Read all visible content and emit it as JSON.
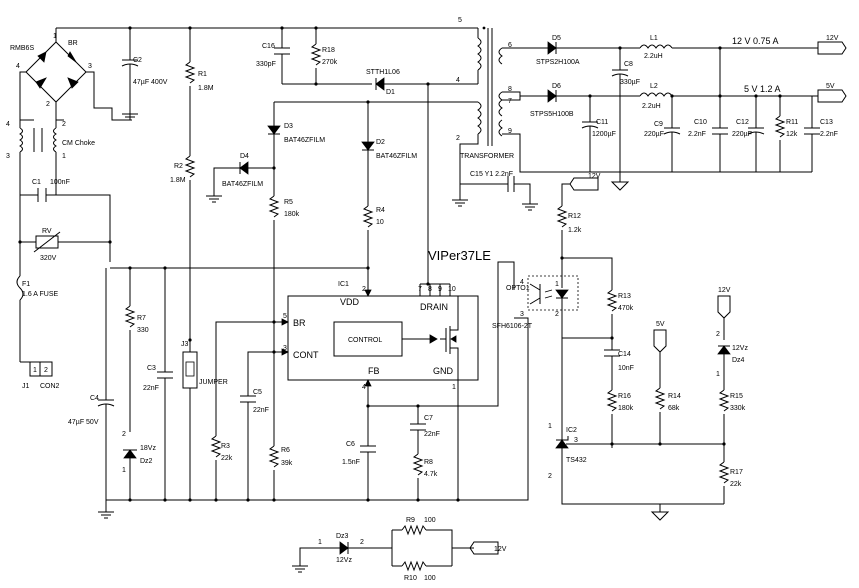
{
  "chip": {
    "name": "VIPer37LE",
    "ref": "IC1",
    "block": "CONTROL",
    "pins": {
      "vdd": "VDD",
      "drain": "DRAIN",
      "br": "BR",
      "cont": "CONT",
      "fb": "FB",
      "gnd": "GND"
    },
    "pin_numbers": {
      "vdd": "2",
      "drain_a": "7",
      "drain_b": "8",
      "drain_c": "9",
      "drain_d": "10",
      "br": "5",
      "cont": "3",
      "fb": "4",
      "gnd": "1"
    }
  },
  "bridge": {
    "ref": "RMB6S",
    "name": "BR",
    "pins": [
      "4",
      "3",
      "2",
      "1"
    ]
  },
  "choke": {
    "name": "CM Choke",
    "pins": [
      "4",
      "2",
      "3",
      "1"
    ]
  },
  "connector": {
    "ref": "J1",
    "name": "CON2",
    "pins": [
      "1",
      "2"
    ]
  },
  "fuse": {
    "ref": "F1",
    "value": "1.6 A FUSE"
  },
  "varistor": {
    "ref": "RV",
    "value": "320V"
  },
  "transformer": {
    "name": "TRANSFORMER",
    "pins": [
      "5",
      "4",
      "2",
      "6",
      "8",
      "7",
      "9"
    ]
  },
  "opto": {
    "ref": "OPTO1",
    "part": "SFH6106-2T",
    "pins": [
      "4",
      "3",
      "1",
      "2"
    ]
  },
  "tl431": {
    "ref": "IC2",
    "part": "TS432",
    "pins": [
      "1",
      "2",
      "3"
    ]
  },
  "jumper": {
    "ref": "J3",
    "name": "JUMPER"
  },
  "outputs": {
    "out12": "12 V  0.75 A",
    "out5": "5 V  1.2 A"
  },
  "nets": {
    "v12": "12V",
    "v5": "5V"
  },
  "resistors": [
    {
      "ref": "R1",
      "value": "1.8M"
    },
    {
      "ref": "R2",
      "value": "1.8M"
    },
    {
      "ref": "R3",
      "value": "22k"
    },
    {
      "ref": "R4",
      "value": "10"
    },
    {
      "ref": "R5",
      "value": "180k"
    },
    {
      "ref": "R6",
      "value": "39k"
    },
    {
      "ref": "R7",
      "value": "330"
    },
    {
      "ref": "R8",
      "value": "4.7k"
    },
    {
      "ref": "R9",
      "value": "100"
    },
    {
      "ref": "R10",
      "value": "100"
    },
    {
      "ref": "R11",
      "value": "12k"
    },
    {
      "ref": "R12",
      "value": "1.2k"
    },
    {
      "ref": "R13",
      "value": "470k"
    },
    {
      "ref": "R14",
      "value": "68k"
    },
    {
      "ref": "R15",
      "value": "330k"
    },
    {
      "ref": "R16",
      "value": "180k"
    },
    {
      "ref": "R17",
      "value": "22k"
    },
    {
      "ref": "R18",
      "value": "270k"
    }
  ],
  "capacitors": [
    {
      "ref": "C1",
      "value": "100nF"
    },
    {
      "ref": "C2",
      "value": "47µF 400V"
    },
    {
      "ref": "C3",
      "value": "22nF"
    },
    {
      "ref": "C4",
      "value": "47µF 50V"
    },
    {
      "ref": "C5",
      "value": "22nF"
    },
    {
      "ref": "C6",
      "value": "1.5nF"
    },
    {
      "ref": "C7",
      "value": "22nF"
    },
    {
      "ref": "C8",
      "value": "330µF"
    },
    {
      "ref": "C9",
      "value": "220µF"
    },
    {
      "ref": "C10",
      "value": "2.2nF"
    },
    {
      "ref": "C11",
      "value": "1200µF"
    },
    {
      "ref": "C12",
      "value": "220µF"
    },
    {
      "ref": "C13",
      "value": "2.2nF"
    },
    {
      "ref": "C14",
      "value": "10nF"
    },
    {
      "ref": "C15",
      "value": "C15 Y1 2.2nF"
    },
    {
      "ref": "C16",
      "value": "330pF"
    }
  ],
  "diodes": [
    {
      "ref": "D1",
      "part": "STTH1L06"
    },
    {
      "ref": "D2",
      "part": "BAT46ZFILM"
    },
    {
      "ref": "D3",
      "part": "BAT46ZFILM"
    },
    {
      "ref": "D4",
      "part": "BAT46ZFILM"
    },
    {
      "ref": "D5",
      "part": "STPS2H100A"
    },
    {
      "ref": "D6",
      "part": "STPS5H100B"
    },
    {
      "ref": "Dz2",
      "part": "18Vz"
    },
    {
      "ref": "Dz3",
      "part": "12Vz"
    },
    {
      "ref": "Dz4",
      "part": "12Vz"
    }
  ],
  "inductors": [
    {
      "ref": "L1",
      "value": "2.2uH"
    },
    {
      "ref": "L2",
      "value": "2.2uH"
    }
  ],
  "pin_labels": {
    "one": "1",
    "two": "2",
    "three": "3"
  }
}
